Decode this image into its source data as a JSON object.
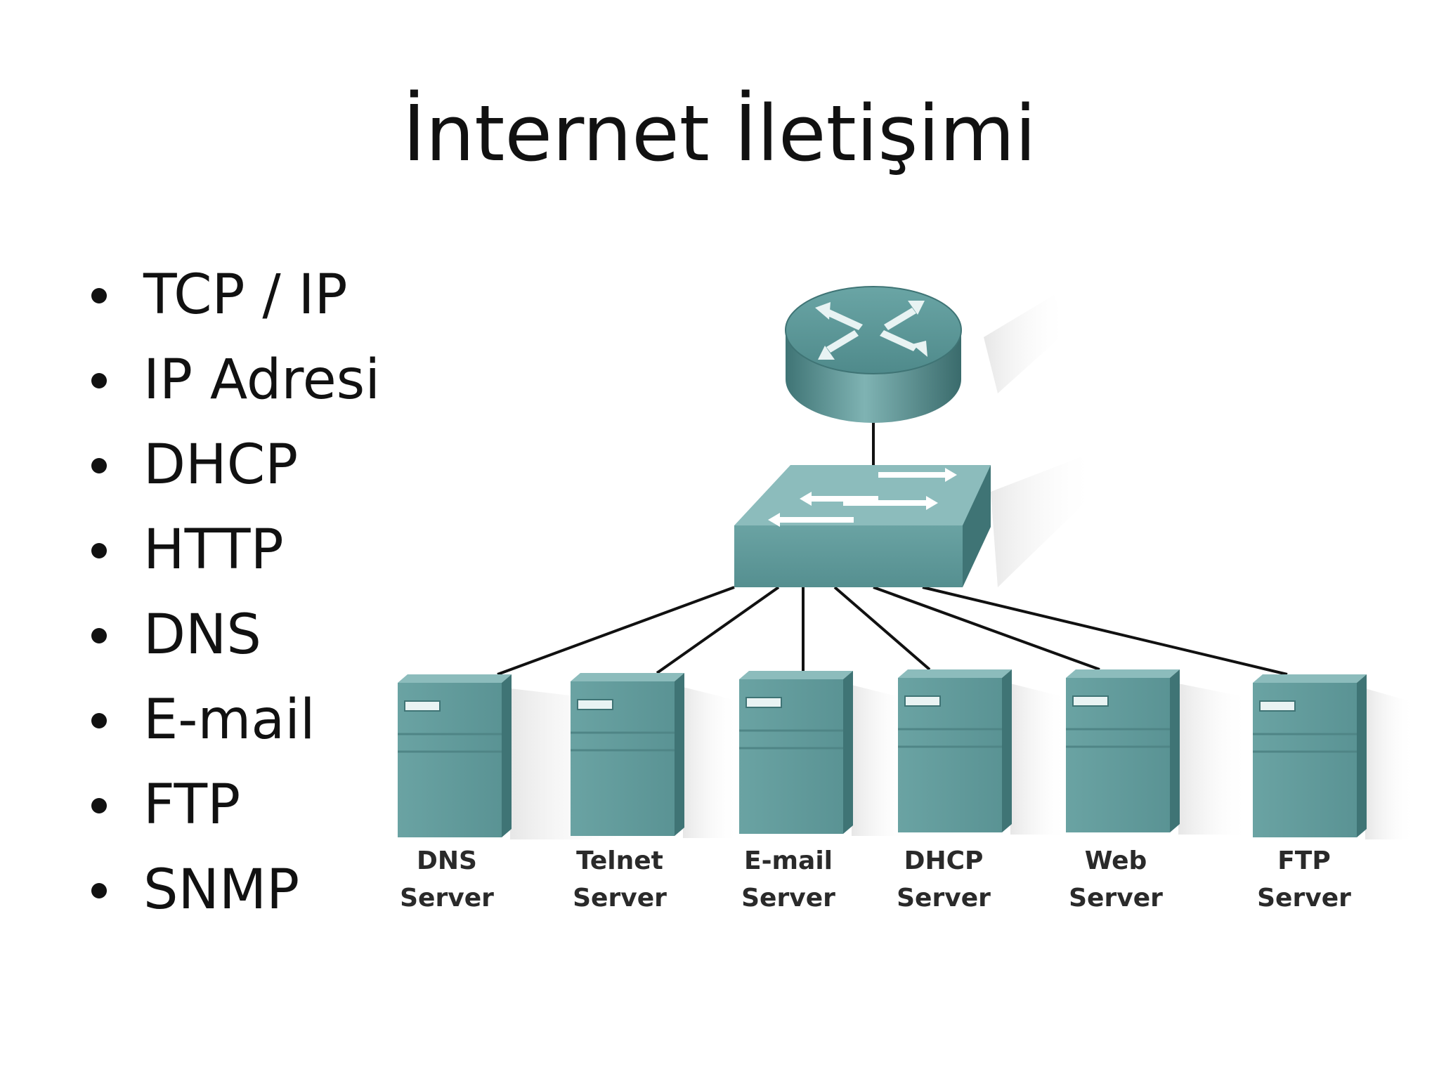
{
  "slide": {
    "title": "İnternet İletişimi",
    "bullets": [
      "TCP / IP",
      "IP Adresi",
      "DHCP",
      "HTTP",
      "DNS",
      "E-mail",
      "FTP",
      "SNMP"
    ]
  },
  "diagram": {
    "router": {
      "icon": "router-icon"
    },
    "switch": {
      "icon": "switch-icon"
    },
    "servers": [
      {
        "line1": "DNS",
        "line2": "Server"
      },
      {
        "line1": "Telnet",
        "line2": "Server"
      },
      {
        "line1": "E-mail",
        "line2": "Server"
      },
      {
        "line1": "DHCP",
        "line2": "Server"
      },
      {
        "line1": "Web",
        "line2": "Server"
      },
      {
        "line1": "FTP",
        "line2": "Server"
      }
    ],
    "colors": {
      "device_teal": "#5e9b9b",
      "device_dark": "#3f7475",
      "device_light": "#8cbcbc",
      "link": "#111111"
    }
  }
}
